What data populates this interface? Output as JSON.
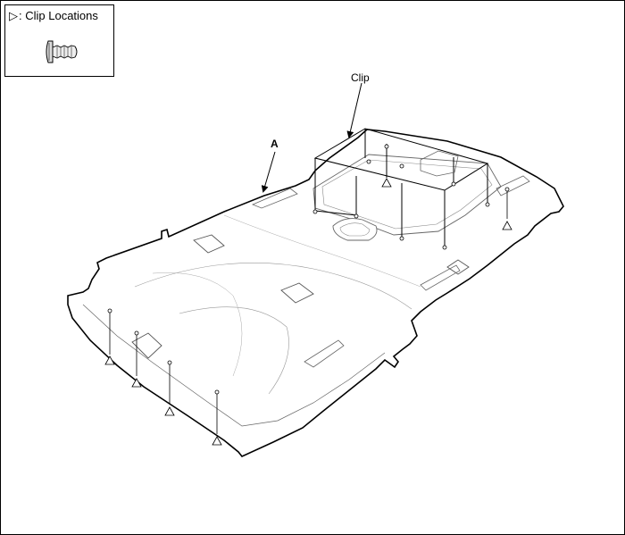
{
  "legend": {
    "symbol": "▷",
    "text": ": Clip Locations",
    "icon": "clip-icon"
  },
  "labels": {
    "clip": "Clip",
    "part_a": "A"
  },
  "colors": {
    "outline": "#000000",
    "detail": "#666666",
    "background": "#ffffff"
  }
}
